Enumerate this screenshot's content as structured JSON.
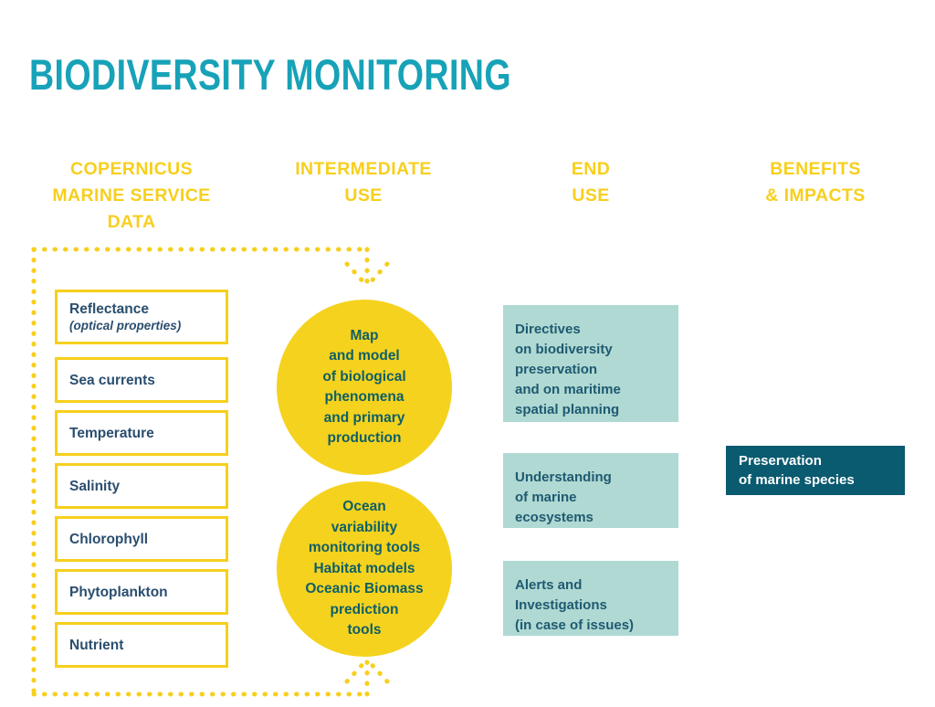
{
  "page": {
    "title": "BIODIVERSITY MONITORING",
    "background": "#ffffff"
  },
  "colors": {
    "title_teal": "#17A2B8",
    "header_yellow": "#F7CF1D",
    "circle_yellow": "#F5D21E",
    "box_border_yellow": "#F7CF1D",
    "navy_text": "#2A4E6E",
    "circle_text": "#0E5F66",
    "end_box_bg": "#AFD9D2",
    "end_box_text": "#1F5A72",
    "benefit_box_bg": "#0A5A70",
    "benefit_box_text": "#FFFFFF",
    "dotted_line": "#F7CF1D"
  },
  "columns": {
    "data": {
      "header": "COPERNICUS\nMARINE SERVICE\nDATA"
    },
    "intermediate": {
      "header": "INTERMEDIATE\nUSE"
    },
    "end": {
      "header": "END\nUSE"
    },
    "benefits": {
      "header": "BENEFITS\n& IMPACTS"
    }
  },
  "data_items": [
    {
      "label": "Reflectance",
      "sublabel": "(optical properties)"
    },
    {
      "label": "Sea currents",
      "sublabel": ""
    },
    {
      "label": "Temperature",
      "sublabel": ""
    },
    {
      "label": "Salinity",
      "sublabel": ""
    },
    {
      "label": "Chlorophyll",
      "sublabel": ""
    },
    {
      "label": "Phytoplankton",
      "sublabel": ""
    },
    {
      "label": "Nutrient",
      "sublabel": ""
    }
  ],
  "intermediate_items": [
    {
      "text": "Map\nand model\nof biological\nphenomena\nand primary\nproduction"
    },
    {
      "text": "Ocean\nvariability\nmonitoring tools\nHabitat models\nOceanic Biomass\nprediction\ntools"
    }
  ],
  "end_items": [
    {
      "text": "Directives\non biodiversity\npreservation\nand on maritime\nspatial planning"
    },
    {
      "text": "Understanding\nof marine\necosystems"
    },
    {
      "text": "Alerts and\nInvestigations\n(in case of issues)"
    }
  ],
  "benefit_items": [
    {
      "text": "Preservation\nof marine species"
    }
  ],
  "connectors": {
    "top_arrow": "dotted-arrow-down",
    "bottom_arrow": "dotted-arrow-up",
    "frame": "dotted-bracket-left"
  }
}
